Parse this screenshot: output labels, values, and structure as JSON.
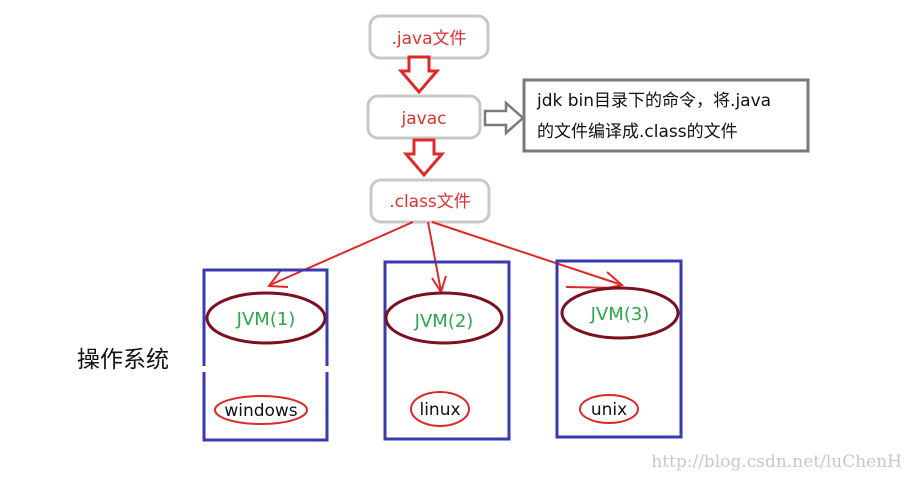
{
  "flow": {
    "source_file": ".java文件",
    "compiler": "javac",
    "output_file": ".class文件"
  },
  "note": {
    "line1": "jdk bin目录下的命令，将.java",
    "line2": "的文件编译成.class的文件"
  },
  "os_label": "操作系统",
  "platforms": [
    {
      "jvm": "JVM(1)",
      "os": "windows"
    },
    {
      "jvm": "JVM(2)",
      "os": "linux"
    },
    {
      "jvm": "JVM(3)",
      "os": "unix"
    }
  ],
  "watermark": "http://blog.csdn.net/luChenH",
  "colors": {
    "flow_text": "#e03030",
    "arrow_red": "#e02828",
    "box_gray": "#c8c8c8",
    "note_border": "#7a7a7a",
    "platform_border": "#3a3ab0",
    "jvm_ellipse": "#7a1020",
    "jvm_text": "#2aa84a",
    "os_ellipse": "#e02828"
  }
}
